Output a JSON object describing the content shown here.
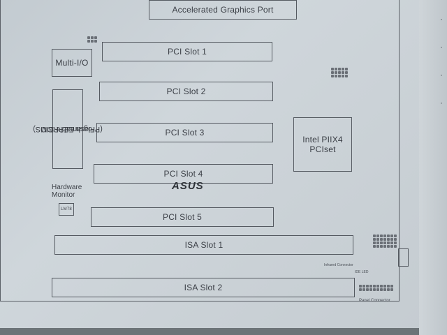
{
  "slots": {
    "agp": "Accelerated Graphics Port",
    "pci1": "PCI Slot 1",
    "pci2": "PCI Slot 2",
    "pci3": "PCI Slot 3",
    "pci4": "PCI Slot 4",
    "pci5": "PCI Slot 5",
    "isa1": "ISA Slot 1",
    "isa2": "ISA Slot 2"
  },
  "chips": {
    "multi_io": "Multi-I/O",
    "flash_line1": "Flash EEPROM",
    "flash_line2": "(Programable BIOS)",
    "intel_line1": "Intel PIIX4",
    "intel_line2": "PCIset",
    "hardware_line1": "Hardware",
    "hardware_line2": "Monitor",
    "lm78": "LM78"
  },
  "brand": {
    "logo": "ASUS"
  },
  "connectors": {
    "panel": "Panel Connector",
    "ide_led": "IDE LED",
    "infrared": "Infrared Connector"
  }
}
